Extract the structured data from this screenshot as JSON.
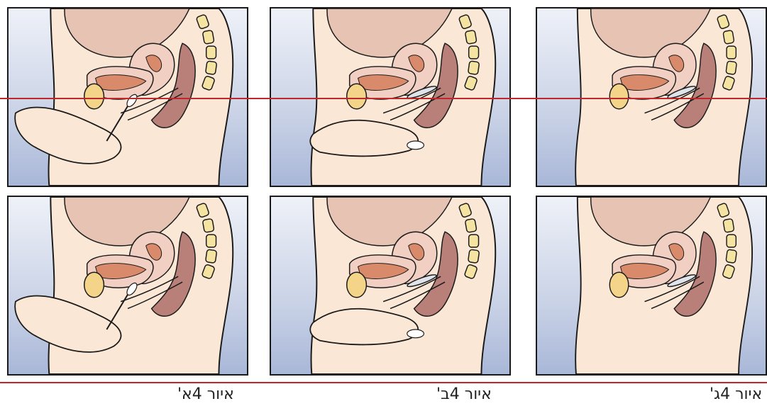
{
  "figure": {
    "captions": [
      "איור 4א'",
      "איור 4ב'",
      "איור 4ג'"
    ],
    "colors": {
      "skin": "#fbe7d6",
      "outline": "#1a1a1a",
      "abdomen": "#e6c3b2",
      "uterus_lining": "#d88a6a",
      "rectum": "#b98079",
      "bladder_fat": "#f4d488",
      "vertebra": "#f5e3a2",
      "guide_line": "#c0272d",
      "background_top": "#eef1f8",
      "background_bottom": "#a9b7d8"
    }
  }
}
